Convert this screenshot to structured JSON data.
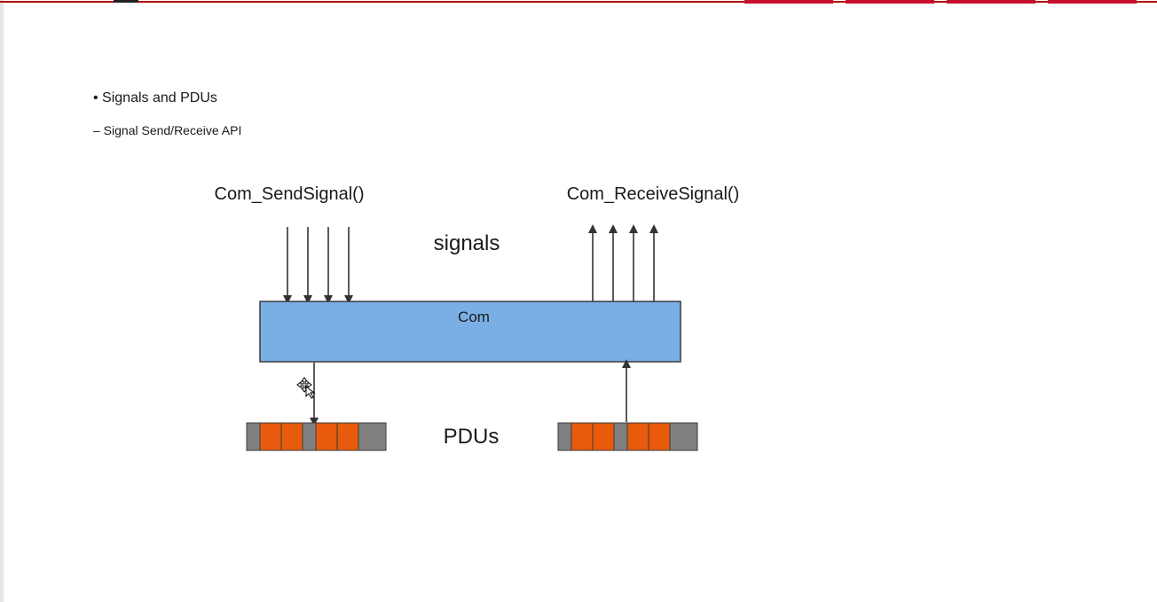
{
  "header": {
    "tabs": [
      "",
      "",
      "",
      ""
    ]
  },
  "slide": {
    "bullet": "• Signals and PDUs",
    "sub_bullet": "– Signal Send/Receive API"
  },
  "diagram": {
    "send_label": "Com_SendSignal()",
    "receive_label": "Com_ReceiveSignal()",
    "signals_label": "signals",
    "com_label": "Com",
    "pdus_label": "PDUs",
    "send_signal_count": 4,
    "receive_signal_count": 4,
    "pdu_left_cells": [
      "gray",
      "orange",
      "orange",
      "gray",
      "orange",
      "orange",
      "gray"
    ],
    "pdu_right_cells": [
      "gray",
      "orange",
      "orange",
      "gray",
      "orange",
      "orange",
      "gray"
    ],
    "colors": {
      "com_block": "#7aafe6",
      "com_border": "#3b3b3b",
      "pdu_orange": "#e85a0c",
      "pdu_gray": "#808080",
      "arrow": "#333333",
      "accent_red": "#c8102e"
    }
  }
}
